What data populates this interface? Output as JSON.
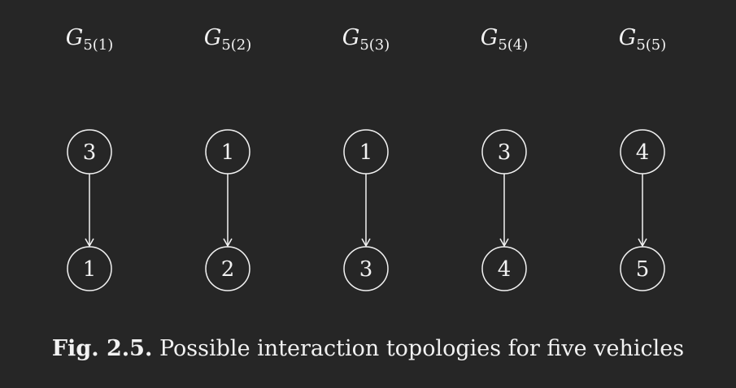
{
  "caption": {
    "label": "Fig. 2.5.",
    "text": "Possible interaction topologies for five vehicles"
  },
  "topologies": [
    {
      "graph": "G",
      "subscript": "5(1)",
      "from_node": "3",
      "to_node": "1"
    },
    {
      "graph": "G",
      "subscript": "5(2)",
      "from_node": "1",
      "to_node": "2"
    },
    {
      "graph": "G",
      "subscript": "5(3)",
      "from_node": "1",
      "to_node": "3"
    },
    {
      "graph": "G",
      "subscript": "5(4)",
      "from_node": "3",
      "to_node": "4"
    },
    {
      "graph": "G",
      "subscript": "5(5)",
      "from_node": "4",
      "to_node": "5"
    }
  ],
  "colors": {
    "background": "#262626",
    "foreground": "#f2f2f2"
  }
}
